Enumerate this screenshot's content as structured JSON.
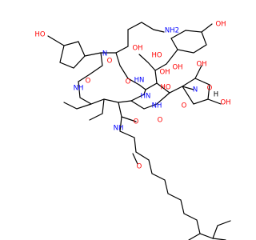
{
  "molecule": {
    "atom_labels": {
      "nh2": "NH2",
      "oh_sidechain_top": "OH",
      "oh_ring": "HO",
      "oh_phenol": "OH",
      "oh_center": "HO",
      "o_carbonyl_1": "O",
      "n_1": "N",
      "oh_2": "OH",
      "o_carbonyl_2": "O",
      "nh_1": "NH",
      "oh_3": "OH",
      "oh_4": "HO",
      "o_carbonyl_3": "O",
      "hn_1": "HN",
      "oh_right": "OH",
      "oh_right2": "OH",
      "hn_2": "HN",
      "nh_2": "NH",
      "n_2": "N",
      "o_right": "O",
      "o_amide": "O",
      "o_ester": "O",
      "o_carbonyl_4": "O",
      "h_right": "H",
      "nh_lower": "NH",
      "o_lower": "O"
    },
    "colors": {
      "bond": "#000000",
      "oxygen": "#ff0000",
      "nitrogen": "#0000ff"
    }
  }
}
